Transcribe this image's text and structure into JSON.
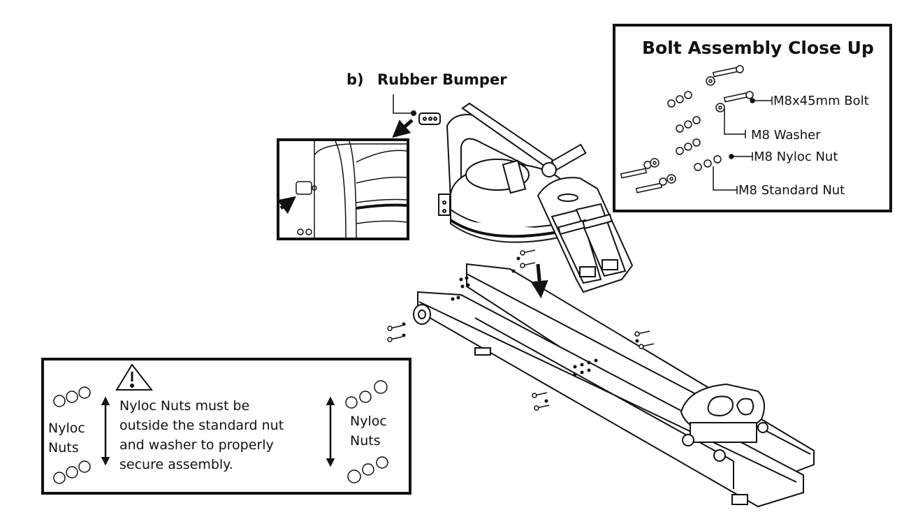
{
  "step": {
    "letter": "b)",
    "part_label": "Rubber Bumper"
  },
  "closeup": {
    "title": "Bolt Assembly Close Up",
    "labels": [
      "M8x45mm Bolt",
      "M8 Washer",
      "M8 Nyloc Nut",
      "M8 Standard Nut"
    ]
  },
  "warning": {
    "icon": "warning-triangle-icon",
    "text_lines": [
      "Nyloc Nuts must be",
      "outside the standard nut",
      "and washer to properly",
      "secure assembly."
    ],
    "left_label_lines": [
      "Nyloc",
      "Nuts"
    ],
    "right_label_lines": [
      "Nyloc",
      "Nuts"
    ]
  }
}
